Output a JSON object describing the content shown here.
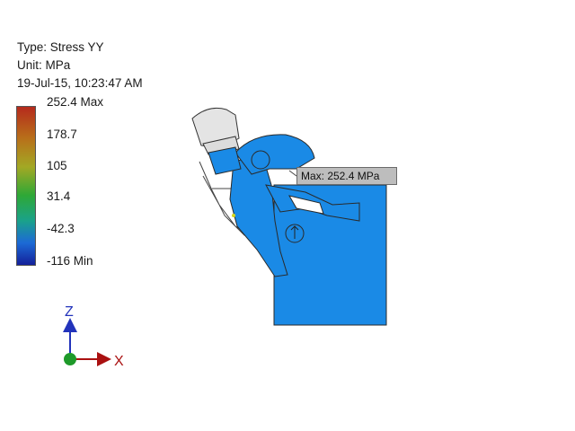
{
  "result": {
    "type_line": "Type: Stress YY",
    "unit_line": "Unit: MPa",
    "timestamp": "19-Jul-15, 10:23:47 AM"
  },
  "legend": {
    "labels": [
      "252.4 Max",
      "178.7",
      "105",
      "31.4",
      "-42.3",
      "-116 Min"
    ],
    "colors": [
      "#b52a1c",
      "#b8701a",
      "#a3a824",
      "#2ea836",
      "#1aa28a",
      "#1c6ad6",
      "#14209a"
    ]
  },
  "probe": {
    "label": "Max: 252.4 MPa"
  },
  "triad": {
    "z_label": "Z",
    "x_label": "X"
  },
  "model": {
    "base_color": "#1a8ae6",
    "outline_color": "#2a2a2a"
  }
}
